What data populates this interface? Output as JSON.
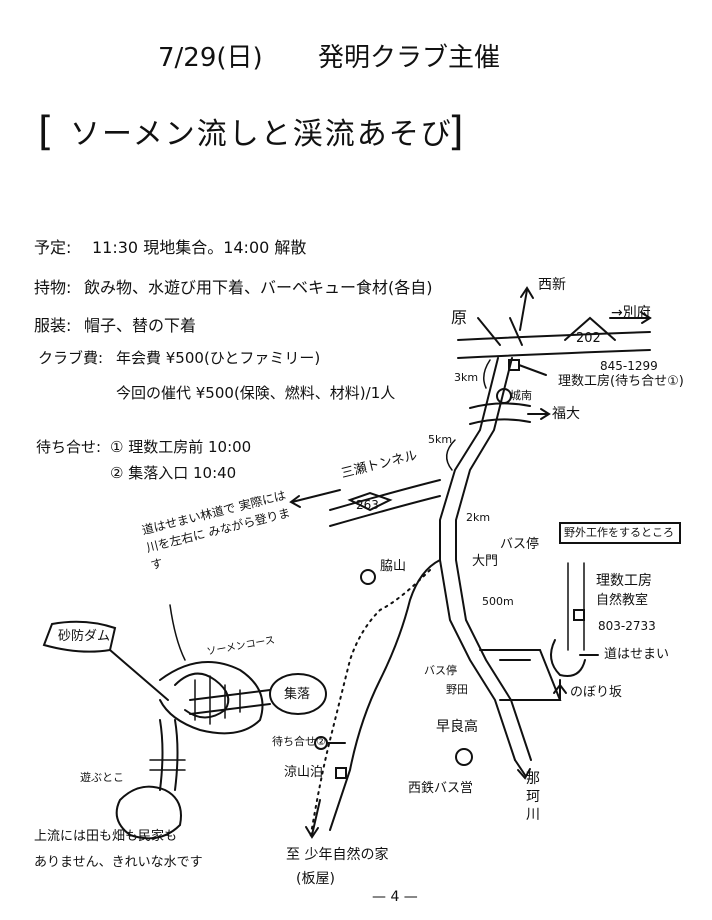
{
  "header": {
    "date": "7/29(日)",
    "organizer": "発明クラブ主催",
    "title": "ソーメン流しと渓流あそび"
  },
  "info": {
    "schedule_label": "予定:",
    "schedule": "11:30 現地集合。14:00 解散",
    "items_label": "持物:",
    "items": "飲み物、水遊び用下着、バーベキュー食材(各自)",
    "clothes_label": "服装:",
    "clothes": "帽子、替の下着",
    "fee_label": "クラブ費:",
    "fee": "年会費 ¥500(ひとファミリー)",
    "fee2": "今回の催代 ¥500(保険、燃料、材料)/1人",
    "meet_label": "待ち合せ:",
    "meet1": "① 理数工房前 10:00",
    "meet2": "② 集落入口 10:40"
  },
  "map": {
    "nishishin": "西新",
    "beppu": "→別府",
    "hara": "原",
    "route202": "202",
    "phone1": "845-1299",
    "risu_workshop_meet": "理数工房(待ち合せ①)",
    "jonan": "城南",
    "fukudai": "福大",
    "dist_3km": "3km",
    "dist_5km": "5km",
    "mise_tunnel": "三瀬トンネル",
    "route263": "263",
    "dist_2km": "2km",
    "bus_stop": "バス停",
    "omon": "大門",
    "dist_500m": "500m",
    "wakiyama": "脇山",
    "forest_road_note": "道はせまい林道で 実際には川を左右に みながら登ります",
    "dam": "砂防ダム",
    "somen_course": "ソーメンコース",
    "village": "集落",
    "meet2_marker": "待ち合せ②",
    "ryozanpaku": "涼山泊",
    "bus_stop2": "バス停",
    "noda": "野田",
    "sawara_high": "早良高",
    "nishitetsu_bus": "西鉄バス営",
    "naka_river": "那珂川",
    "play_place": "遊ぶとこ",
    "stream_note1": "上流には田も畑も民家も",
    "stream_note2": "ありません、きれいな水です",
    "shonen_house": "至 少年自然の家",
    "itaya": "(板屋)",
    "yagai_box": "野外工作をするところ",
    "risu_workshop": "理数工房",
    "shizen_room": "自然教室",
    "phone2": "803-2733",
    "narrow_road": "道はせまい",
    "nobori_slope": "のぼり坂"
  },
  "footer": {
    "page": "— 4 —"
  }
}
